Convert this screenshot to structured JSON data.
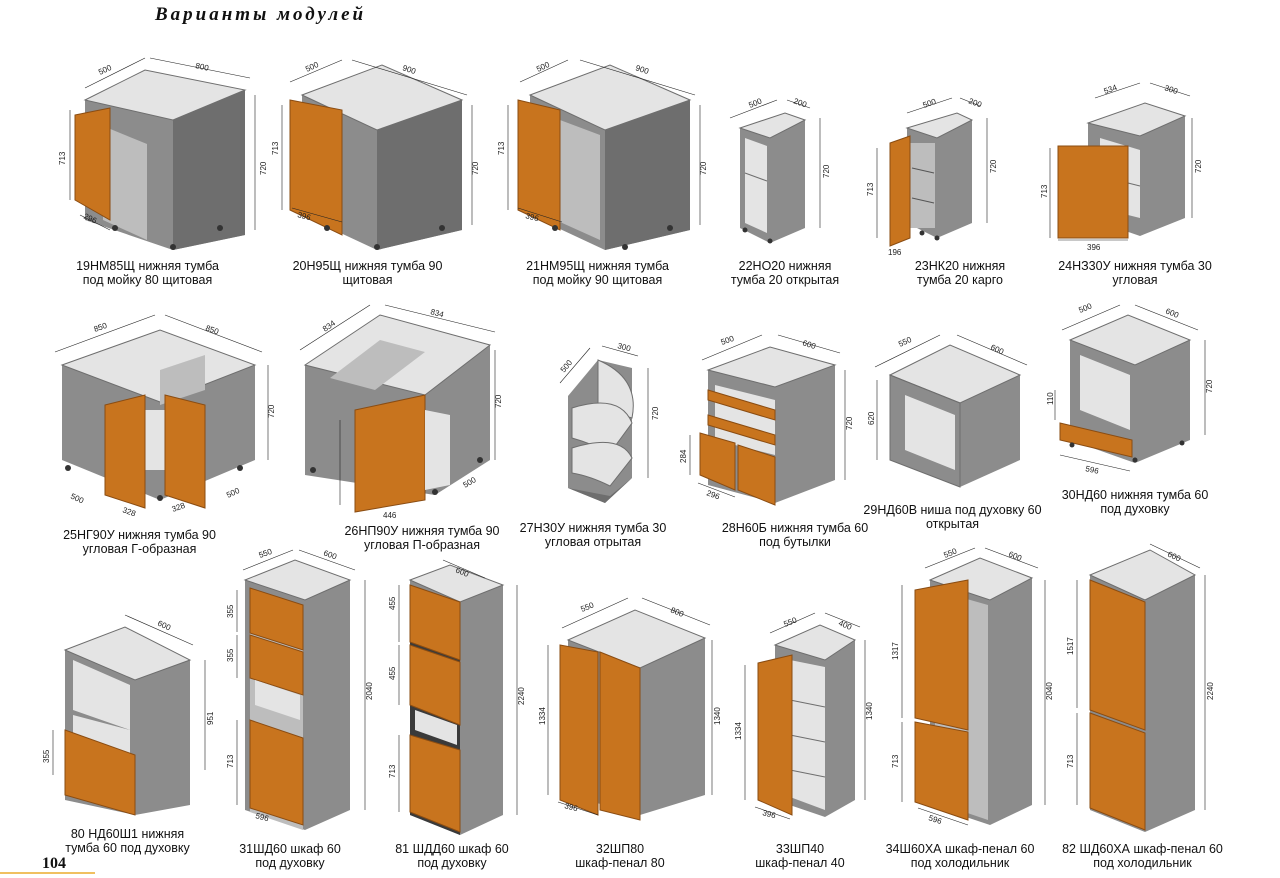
{
  "title": "Варианты модулей",
  "page_number": "104",
  "colors": {
    "body": "#8c8c8c",
    "body_dark": "#6e6e6e",
    "body_light": "#bdbdbd",
    "interior": "#e4e4e4",
    "door": "#c8741e",
    "door_edge": "#8a4c12",
    "dim_line": "#222222"
  },
  "modules": [
    {
      "caption": [
        "19НМ85Щ нижняя тумба",
        "под мойку 80 щитовая"
      ],
      "dims": [
        "500",
        "800",
        "713",
        "720",
        "296"
      ]
    },
    {
      "caption": [
        "20Н95Щ нижняя тумба 90",
        "щитовая"
      ],
      "dims": [
        "500",
        "900",
        "713",
        "720",
        "396"
      ]
    },
    {
      "caption": [
        "21НМ95Щ нижняя тумба",
        "под мойку 90 щитовая"
      ],
      "dims": [
        "500",
        "900",
        "713",
        "720",
        "396"
      ]
    },
    {
      "caption": [
        "22НО20 нижняя",
        "тумба 20 открытая"
      ],
      "dims": [
        "500",
        "200",
        "720"
      ]
    },
    {
      "caption": [
        "23НК20 нижняя",
        "тумба 20 карго"
      ],
      "dims": [
        "500",
        "200",
        "713",
        "720",
        "196"
      ]
    },
    {
      "caption": [
        "24НЗ30У нижняя тумба 30",
        "угловая"
      ],
      "dims": [
        "534",
        "300",
        "713",
        "720",
        "396"
      ]
    },
    {
      "caption": [
        "25НГ90У нижняя тумба 90",
        "угловая Г-образная"
      ],
      "dims": [
        "850",
        "850",
        "720",
        "500",
        "328",
        "328",
        "500"
      ]
    },
    {
      "caption": [
        "26НП90У нижняя тумба 90",
        "угловая П-образная"
      ],
      "dims": [
        "834",
        "834",
        "720",
        "500",
        "446"
      ]
    },
    {
      "caption": [
        "27НЗ0У  нижняя тумба 30",
        "угловая отрытая"
      ],
      "dims": [
        "500",
        "300",
        "720"
      ]
    },
    {
      "caption": [
        "28Н60Б нижняя тумба 60",
        "под бутылки"
      ],
      "dims": [
        "500",
        "600",
        "720",
        "284",
        "296"
      ]
    },
    {
      "caption": [
        "29НД60В ниша под духовку 60",
        "открытая"
      ],
      "dims": [
        "550",
        "600",
        "620"
      ]
    },
    {
      "caption": [
        "30НД60  нижняя тумба 60",
        "под духовку"
      ],
      "dims": [
        "500",
        "600",
        "720",
        "110",
        "596"
      ]
    },
    {
      "caption": [
        "80 НД60Ш1 нижняя",
        "тумба 60  под духовку"
      ],
      "dims": [
        "600",
        "951",
        "355"
      ]
    },
    {
      "caption": [
        "31ШД60 шкаф 60",
        "под духовку"
      ],
      "dims": [
        "550",
        "600",
        "355",
        "355",
        "2040",
        "713",
        "596"
      ]
    },
    {
      "caption": [
        "81 ШДД60 шкаф 60",
        "под духовку"
      ],
      "dims": [
        "600",
        "455",
        "455",
        "2240",
        "713"
      ]
    },
    {
      "caption": [
        "32ШП80",
        "шкаф-пенал 80"
      ],
      "dims": [
        "550",
        "800",
        "1334",
        "1340",
        "396"
      ]
    },
    {
      "caption": [
        "33ШП40",
        "шкаф-пенал 40"
      ],
      "dims": [
        "550",
        "400",
        "1334",
        "1340",
        "396"
      ]
    },
    {
      "caption": [
        "34Ш60ХА шкаф-пенал 60",
        "под холодильник"
      ],
      "dims": [
        "550",
        "600",
        "1317",
        "2040",
        "713",
        "596"
      ]
    },
    {
      "caption": [
        "82 ШД60ХА шкаф-пенал 60",
        "под холодильник"
      ],
      "dims": [
        "600",
        "1517",
        "2240",
        "713"
      ]
    }
  ]
}
